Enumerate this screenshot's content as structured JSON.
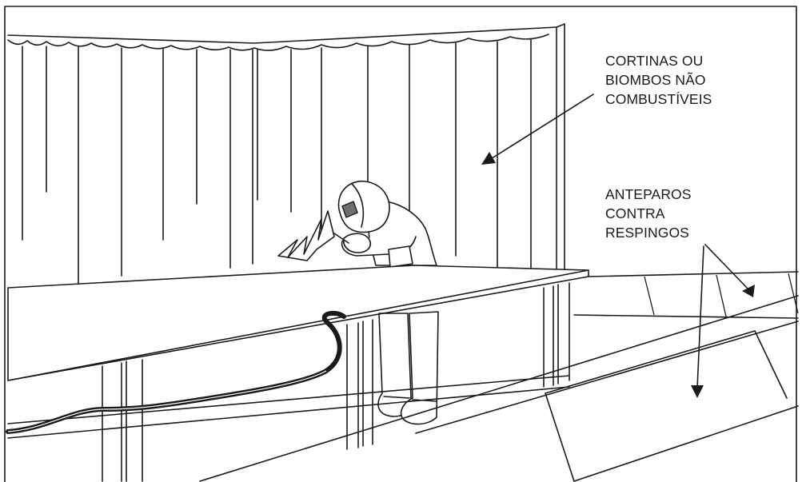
{
  "labels": {
    "curtains": [
      "CORTINAS OU",
      "BIOMBOS NÃO",
      "COMBUSTÍVEIS"
    ],
    "spatter_shields": [
      "ANTEPAROS",
      "CONTRA",
      "RESPINGOS"
    ]
  },
  "colors": {
    "line": "#1a1a1a",
    "background": "#ffffff",
    "visor": "#6f6f6f"
  }
}
